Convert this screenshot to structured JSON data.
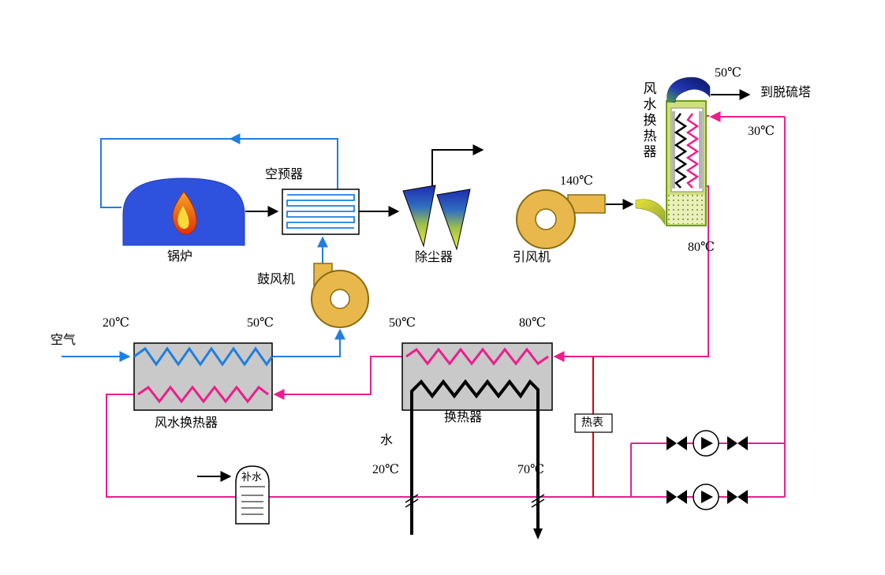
{
  "labels": {
    "boiler": "锅炉",
    "air_preheater": "空预器",
    "dust_collector": "除尘器",
    "induced_fan": "引风机",
    "forced_fan": "鼓风机",
    "air": "空气",
    "left_exchanger": "风水换热器",
    "cooler": "风水换热器",
    "mid_exchanger": "换热器",
    "heat_meter": "热表",
    "water": "水",
    "makeup": "补水",
    "to_desulf": "到脱硫塔"
  },
  "temps": {
    "flue_140": "140℃",
    "stack_50": "50℃",
    "return_30": "30℃",
    "cooler_out_80": "80℃",
    "air_in_20": "20℃",
    "air_out_50": "50℃",
    "mid_out_50": "50℃",
    "mid_in_80": "80℃",
    "water_in_20": "20℃",
    "water_out_70": "70℃"
  },
  "colors": {
    "air_line": "#1f7fe0",
    "hot_water_line": "#ee1d8c",
    "flue_line": "#000000",
    "heat_meter_line": "#e00000",
    "fan_body": "#e8b84d",
    "exchanger_box": "#c9c9c9",
    "boiler_body": "#2e52dd",
    "cooler_body": "#cfe07a"
  }
}
